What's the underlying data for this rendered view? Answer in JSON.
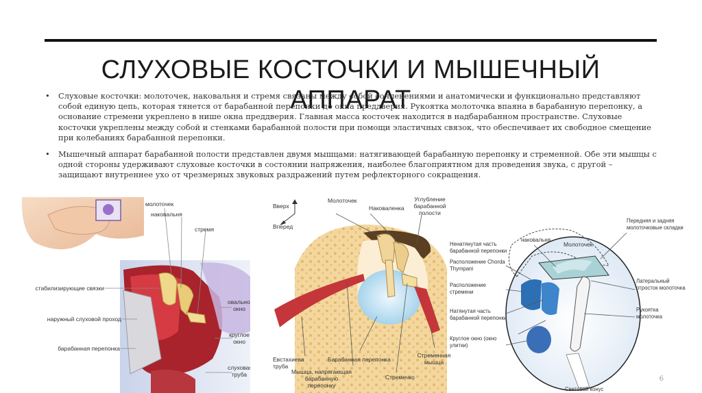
{
  "slide": {
    "title": "СЛУХОВЫЕ КОСТОЧКИ И МЫШЕЧНЫЙ АППАРАТ",
    "bullets": [
      "Слуховые косточки: молоточек, наковальня и стремя связаны между собой сочленениями и анатомически и функционально представляют собой единую цепь, которая тянется от барабанной перепонки до окна преддверия. Рукоятка молоточка впаяна в барабанную перепонку, а основание стремени укреплено в нише окна преддверия. Главная масса косточек находится в надбарабанном пространстве. Слуховые косточки укреплены между собой и стенками барабанной полости при помощи эластичных связок, что обеспечивает их свободное смещение при колебаниях барабанной перепонки.",
      "Мышечный аппарат барабанной полости представлен двумя мышцами: натягивающей барабанную перепонку и стременной. Обе эти мышцы с одной стороны удерживают слуховые косточки в состоянии напряжения, наиболее благоприятном для проведения звука, с другой – защищают внутреннее ухо от  чрезмерных звуковых раздражений путем рефлекторного сокращения."
    ],
    "bullet_char": "•",
    "page_number": "6"
  },
  "figure1": {
    "labels": {
      "malleus": "молоточек",
      "incus": "наковальня",
      "stapes": "стремя",
      "ligaments": "стабилизирующие связки",
      "ear_canal": "наружный слуховой проход",
      "eardrum": "барабанная перепонка",
      "oval_window": "овальное окно",
      "round_window": "круглое окно",
      "tube": "слуховая труба"
    }
  },
  "figure2": {
    "labels": {
      "up": "Вверх",
      "forward": "Вперед",
      "malleus": "Молоточек",
      "incus": "Наковаленка",
      "recess": "Углубление барабанной полости",
      "eustachian": "Евстахиева труба",
      "eardrum": "Барабанная перепонка",
      "stapedius": "Стременная мышца",
      "tensor": "Мышца, напрягающая барабанную перепонку",
      "stapes": "Стремечко"
    }
  },
  "figure3": {
    "labels": {
      "incus": "наковальня",
      "malleus": "Молоточек",
      "folds": "Передняя и задняя молоточковые складки",
      "flaccida": "Ненатянутая часть барабанной перепонки",
      "chorda": "Расположение Chorda Thympani",
      "stapes_loc": "Расположение стремени",
      "lateral": "Латеральный отросток молоточка",
      "tensa": "Натянутая часть барабанной перепонки",
      "handle": "Рукоятка молоточка",
      "round_window": "Круглое окно (окно улитки)",
      "cone": "Световой конус"
    }
  }
}
